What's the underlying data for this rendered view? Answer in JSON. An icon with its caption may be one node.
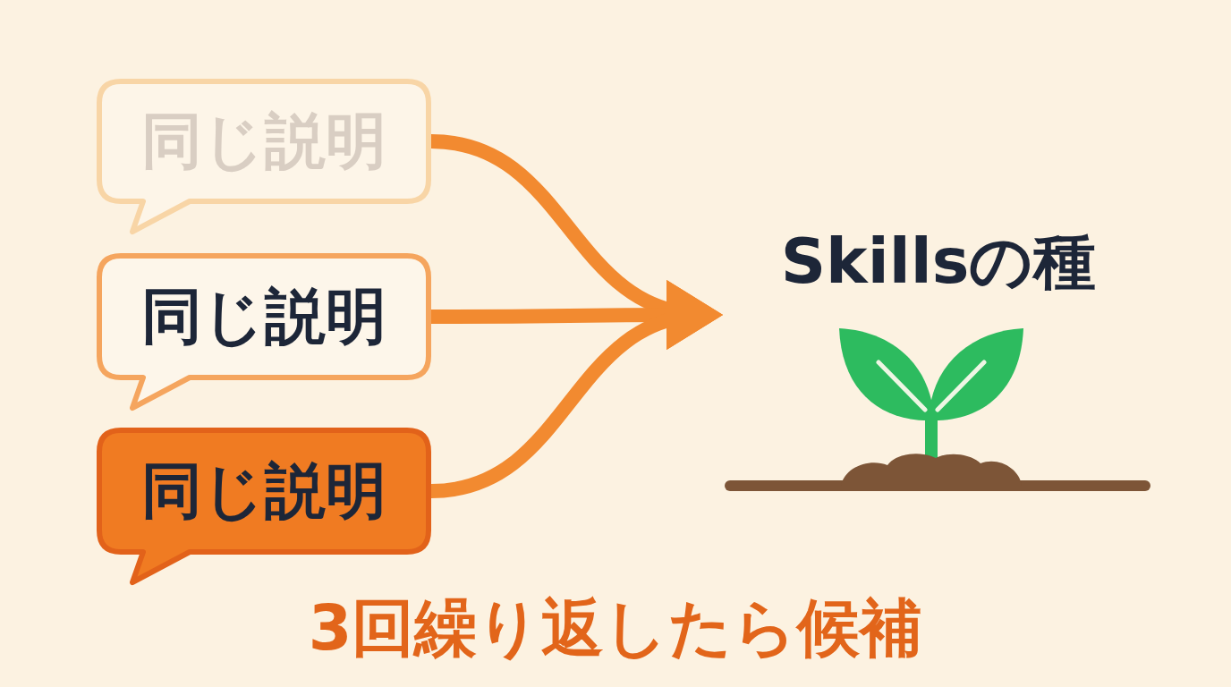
{
  "diagram": {
    "nodes": [
      {
        "text": [
          "同じ説明"
        ]
      },
      {
        "text": [
          "同じ説明"
        ]
      },
      {
        "text": [
          "同じ説明"
        ]
      },
      {
        "text": [
          "Skillsの種"
        ]
      }
    ],
    "edges": [
      {
        "from": 0,
        "to": 3,
        "arrow": "to"
      },
      {
        "from": 1,
        "to": 3,
        "arrow": "to"
      },
      {
        "from": 2,
        "to": 3,
        "arrow": "to"
      }
    ],
    "labels": [
      "3回繰り返したら候補"
    ]
  }
}
